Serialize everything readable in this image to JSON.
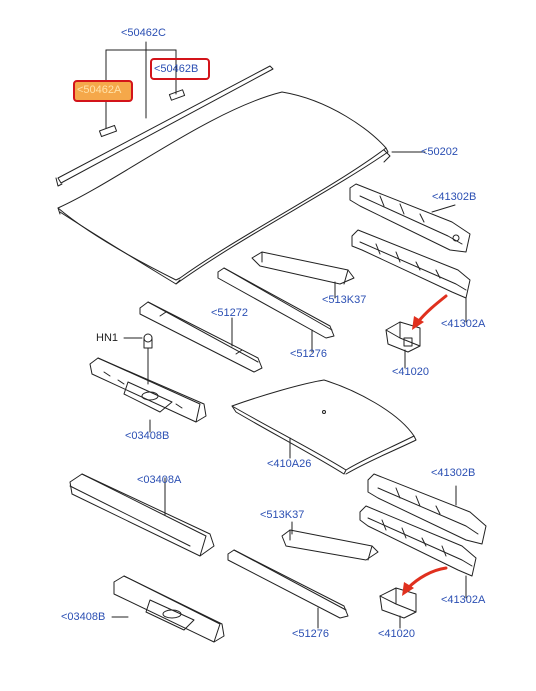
{
  "labels": {
    "c50462C": "<50462C",
    "c50462B": "<50462B",
    "c50462A": "<50462A",
    "c50202": "<50202",
    "c41302B_top": "<41302B",
    "c41302A_top": "<41302A",
    "c41020_top": "<41020",
    "c513K37_top": "<513K37",
    "c51276_top": "<51276",
    "c51272": "<51272",
    "cHN1": "HN1",
    "c03408B_mid": "<03408B",
    "c410A26": "<410A26",
    "c41302B_bot": "<41302B",
    "c03408A": "<03408A",
    "c513K37_bot": "<513K37",
    "c41302A_bot": "<41302A",
    "c03408B_bot": "<03408B",
    "c51276_bot": "<51276",
    "c41020_bot": "<41020"
  },
  "highlighted": {
    "selected_part": "<50462A",
    "outlined_part": "<50462B"
  },
  "colors": {
    "callout_text": "#2b4fb3",
    "highlight_border": "#d3141a",
    "highlight_fill": "#f5a84a",
    "arrow": "#e0301e",
    "line": "#222222"
  }
}
